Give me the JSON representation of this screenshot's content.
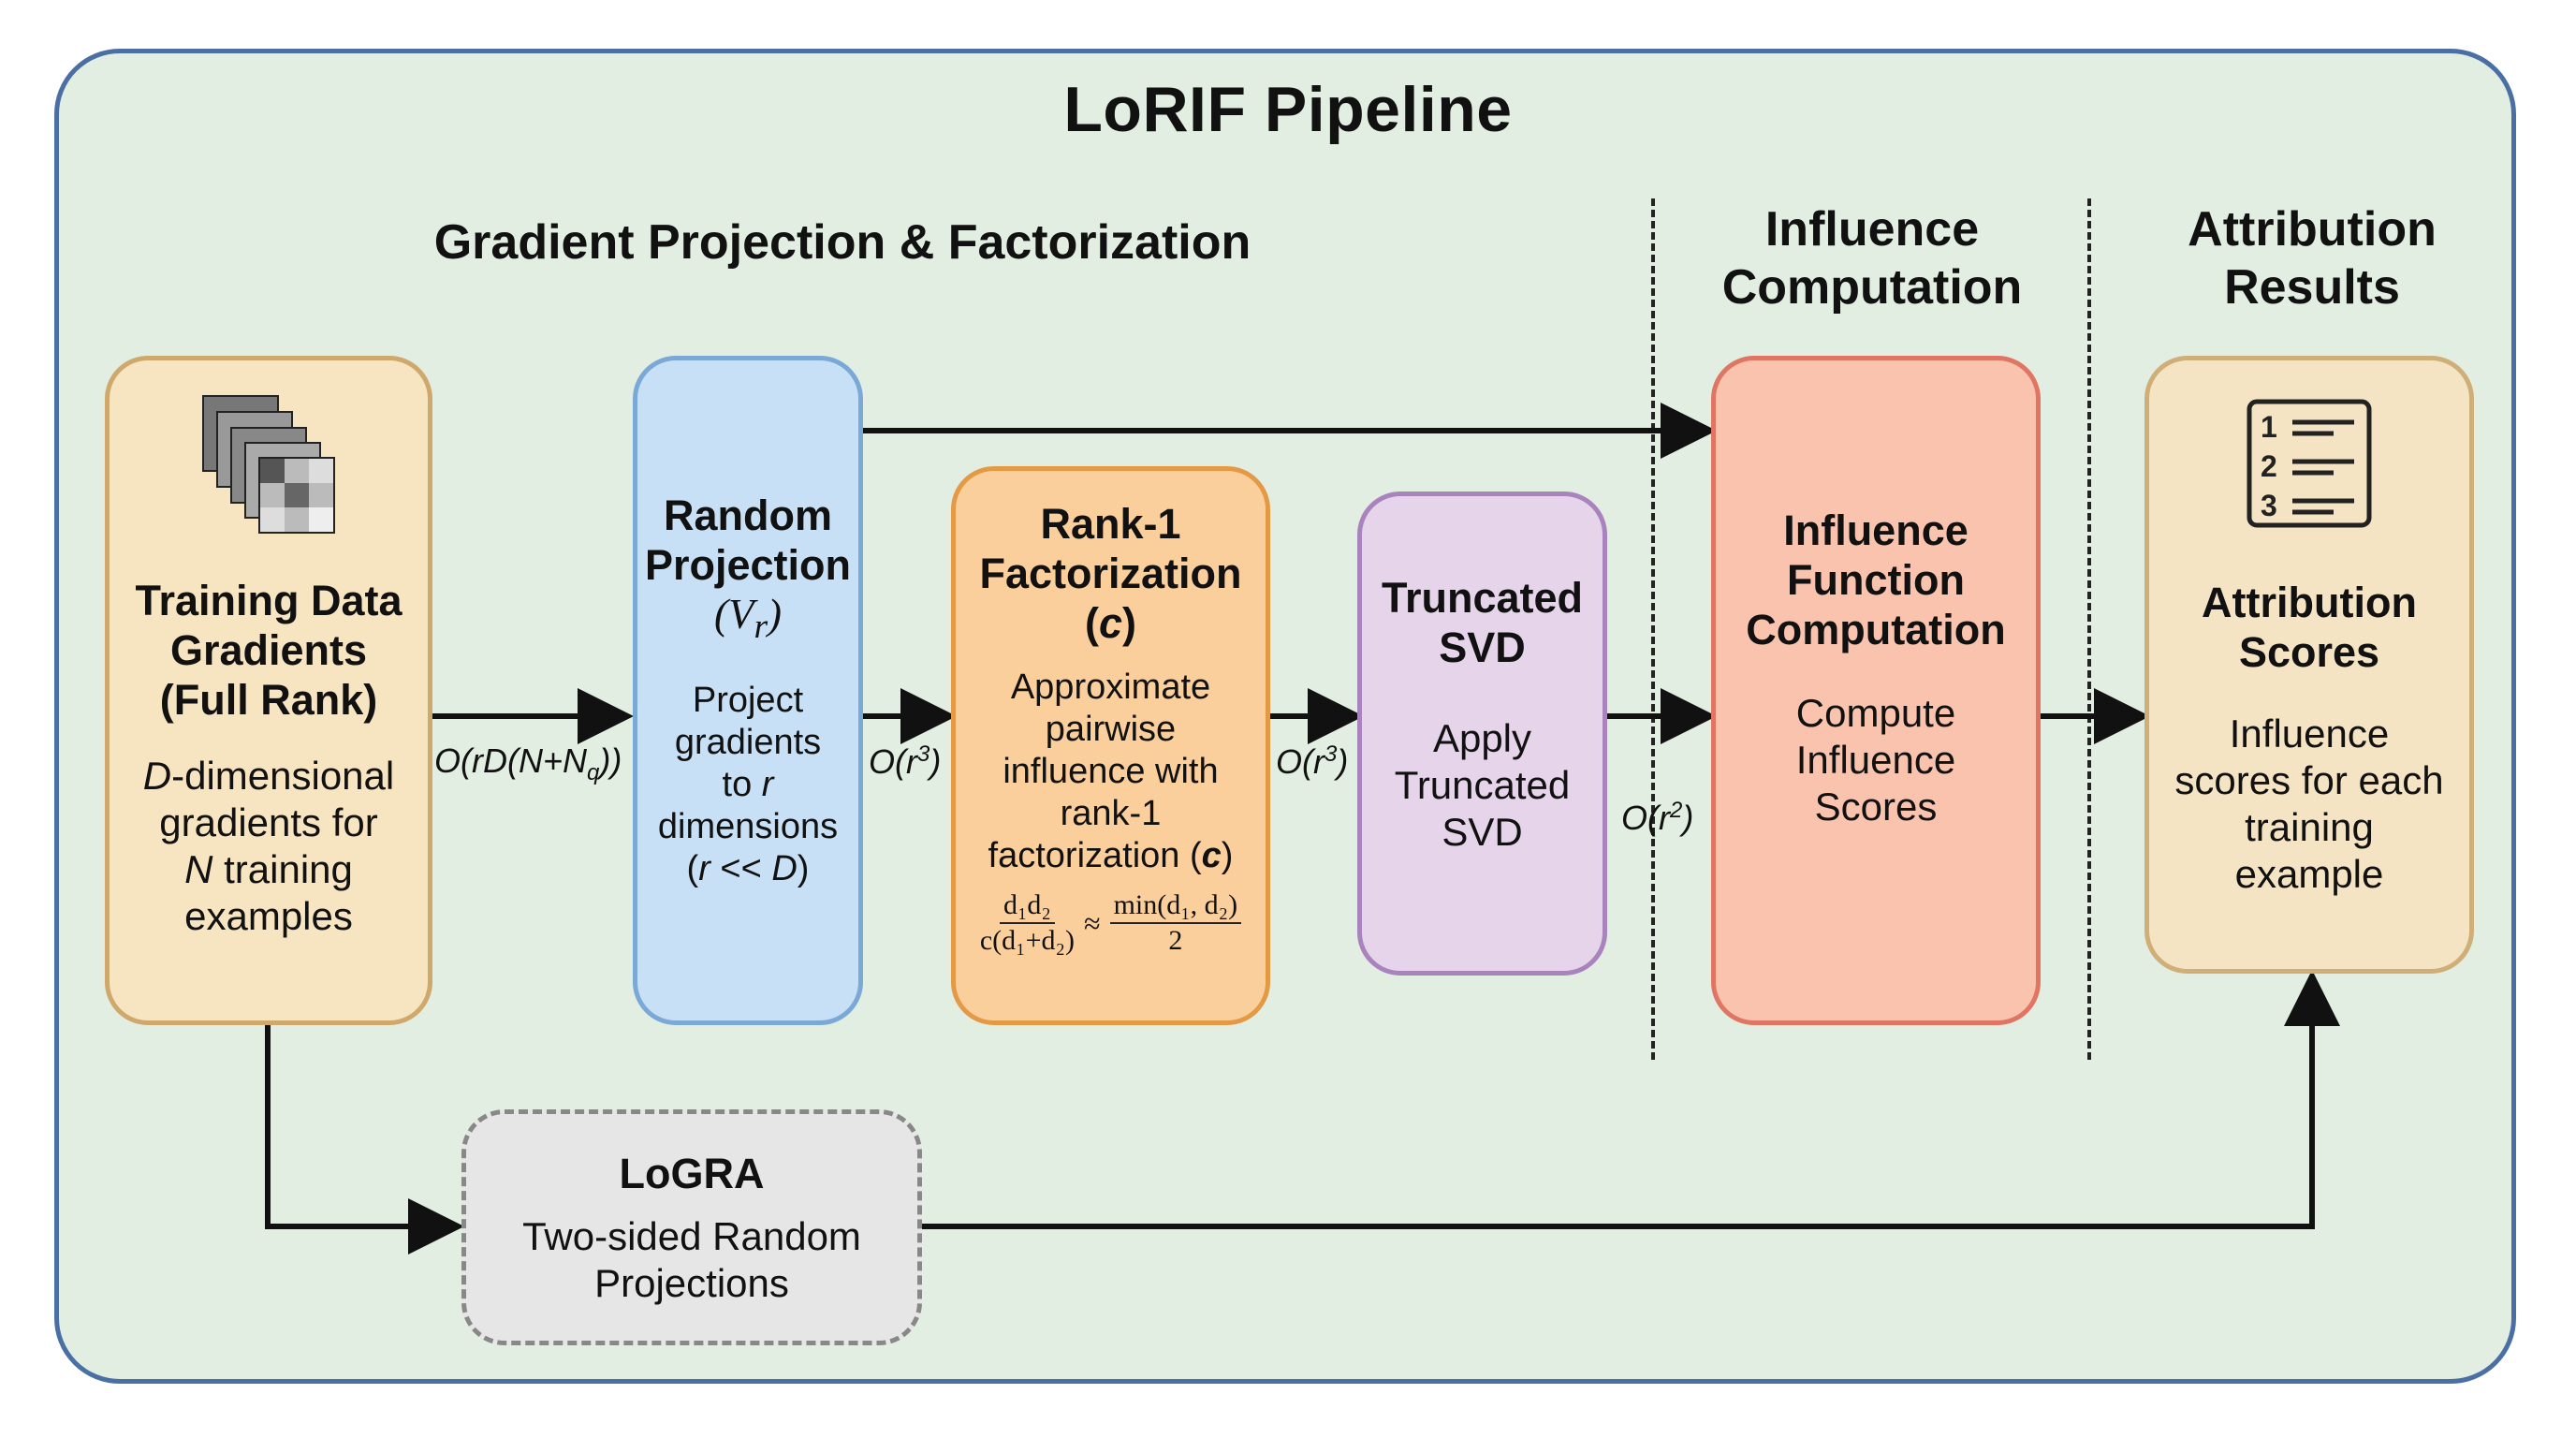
{
  "title": "LoRIF Pipeline",
  "sections": {
    "projection": "Gradient Projection & Factorization",
    "influence": [
      "Influence",
      "Computation"
    ],
    "attribution": [
      "Attribution",
      "Results"
    ]
  },
  "colors": {
    "frame_border": "#4a6fa5",
    "frame_bg": "#e2eee1",
    "training_fill": "#f7e4c0",
    "training_border": "#cfa86c",
    "projection_fill": "#c7e0f5",
    "projection_border": "#7aa9d8",
    "rank1_fill": "#fbcf9c",
    "rank1_border": "#e49a45",
    "svd_fill": "#e6d5ea",
    "svd_border": "#a983bd",
    "influence_fill": "#f9c3ad",
    "influence_border": "#e07564",
    "attribution_fill": "#f5e4c3",
    "attribution_border": "#cfae78",
    "logra_fill": "#e6e6e6",
    "logra_border": "#888888"
  },
  "boxes": {
    "training": {
      "icon": "stacked-gradient-matrices-icon",
      "title": [
        "Training Data",
        "Gradients",
        "(Full Rank)"
      ],
      "desc": [
        "D-dimensional",
        "gradients for",
        "N training",
        "examples"
      ]
    },
    "projection": {
      "title": [
        "Random",
        "Projection",
        "(V_r)"
      ],
      "desc": [
        "Project",
        "gradients",
        "to r",
        "dimensions",
        "(r << D)"
      ]
    },
    "rank1": {
      "title": [
        "Rank-1",
        "Factorization",
        "(c)"
      ],
      "desc": [
        "Approximate",
        "pairwise",
        "influence with",
        "rank-1",
        "factorization (c)"
      ],
      "formula": {
        "lhs_num": "d₁d₂",
        "lhs_den": "c(d₁+d₂)",
        "op": "≈",
        "rhs_num": "min(d₁, d₂)",
        "rhs_den": "2"
      }
    },
    "svd": {
      "title": [
        "Truncated",
        "SVD"
      ],
      "desc": [
        "Apply",
        "Truncated",
        "SVD"
      ]
    },
    "influence": {
      "title": [
        "Influence",
        "Function",
        "Computation"
      ],
      "desc": [
        "Compute",
        "Influence",
        "Scores"
      ]
    },
    "attribution": {
      "icon": "ranked-list-icon",
      "icon_numbers": [
        "1",
        "2",
        "3"
      ],
      "title": [
        "Attribution",
        "Scores"
      ],
      "desc": [
        "Influence",
        "scores for each",
        "training",
        "example"
      ]
    },
    "logra": {
      "title": "LoGRA",
      "desc": [
        "Two-sided Random",
        "Projections"
      ]
    }
  },
  "complexity_labels": {
    "training_to_projection": "O(rD(N+N_q))",
    "projection_to_rank1": "O(r^3)",
    "rank1_to_svd": "O(r^3)",
    "svd_to_influence": "O(r^2)"
  }
}
